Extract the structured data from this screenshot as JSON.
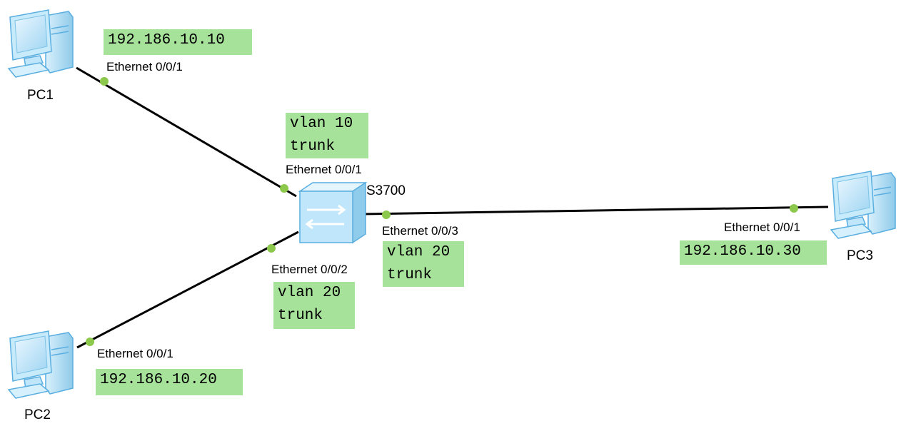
{
  "colors": {
    "link": "#000000",
    "port_dot": "#8cc84b",
    "note_bg": "#a6e29a",
    "device_fill": "#bfe6fa",
    "device_stroke": "#5aaee0"
  },
  "devices": {
    "pc1": {
      "name": "PC1",
      "icon": "pc-icon"
    },
    "pc2": {
      "name": "PC2",
      "icon": "pc-icon"
    },
    "pc3": {
      "name": "PC3",
      "icon": "pc-icon"
    },
    "switch": {
      "name": "S3700",
      "icon": "switch-icon"
    }
  },
  "ports": {
    "pc1_port": "Ethernet 0/0/1",
    "pc2_port": "Ethernet 0/0/1",
    "pc3_port": "Ethernet 0/0/1",
    "sw_port1": "Ethernet 0/0/1",
    "sw_port2": "Ethernet 0/0/2",
    "sw_port3": "Ethernet 0/0/3"
  },
  "notes": {
    "pc1_ip": "192.186.10.10",
    "pc2_ip": "192.186.10.20",
    "pc3_ip": "192.186.10.30",
    "sw_port1": [
      "vlan 10",
      "trunk"
    ],
    "sw_port2": [
      "vlan 20",
      "trunk"
    ],
    "sw_port3": [
      "vlan 20",
      "trunk"
    ]
  }
}
